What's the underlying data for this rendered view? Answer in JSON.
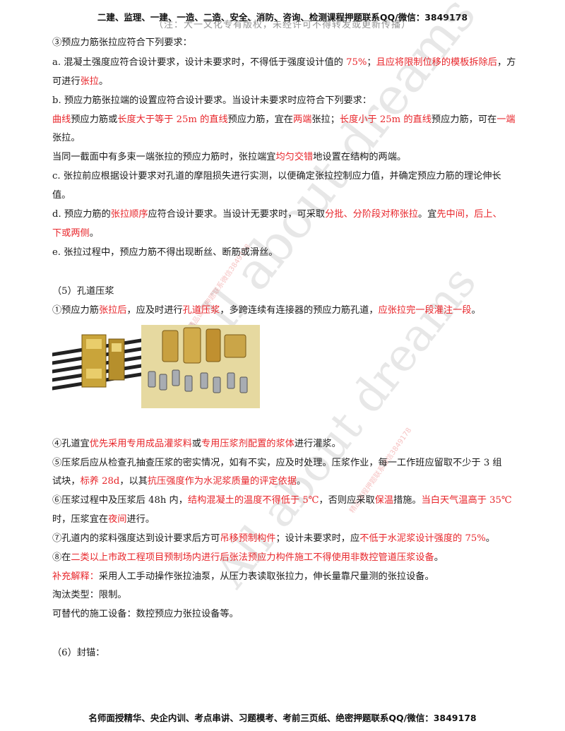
{
  "header": {
    "title": "二建、监理、一建、一造、二造、安全、消防、咨询、检测课程押题联系QQ/微信：3849178",
    "overlay": "（注：大一文化专有版权，未经许可不得转发或更新传播）"
  },
  "watermarks": {
    "big": "All about dreams",
    "small": "精品课程押题联系微信3849178"
  },
  "lines": [
    {
      "segs": [
        {
          "t": "③预应力筋张拉应符合下列要求："
        }
      ]
    },
    {
      "segs": [
        {
          "t": "a. 混凝土强度应符合设计要求，设计未要求时，不得低于强度设计值的 "
        },
        {
          "t": "75%",
          "r": true
        },
        {
          "t": "；"
        },
        {
          "t": "且应将限制位移的模板拆除后",
          "r": true
        },
        {
          "t": "，方"
        }
      ]
    },
    {
      "segs": [
        {
          "t": "可进行"
        },
        {
          "t": "张拉",
          "r": true
        },
        {
          "t": "。"
        }
      ]
    },
    {
      "segs": [
        {
          "t": "b. 预应力筋张拉端的设置应符合设计要求。当设计未要求时应符合下列要求："
        }
      ]
    },
    {
      "segs": [
        {
          "t": "曲线",
          "r": true
        },
        {
          "t": "预应力筋或"
        },
        {
          "t": "长度大于等于 25m 的直线",
          "r": true
        },
        {
          "t": "预应力筋，宜在"
        },
        {
          "t": "两端",
          "r": true
        },
        {
          "t": "张拉；"
        },
        {
          "t": "长度小于 25m 的直线",
          "r": true
        },
        {
          "t": "预应力筋，可在"
        },
        {
          "t": "一端",
          "r": true
        }
      ]
    },
    {
      "segs": [
        {
          "t": "张拉。"
        }
      ]
    },
    {
      "segs": [
        {
          "t": "当同一截面中有多束一端张拉的预应力筋时，张拉端宜"
        },
        {
          "t": "均匀交错",
          "r": true
        },
        {
          "t": "地设置在结构的两端。"
        }
      ]
    },
    {
      "segs": [
        {
          "t": "c. 张拉前应根据设计要求对孔道的摩阻损失进行实测，以便确定张拉控制应力值，并确定预应力筋的理论伸长"
        }
      ]
    },
    {
      "segs": [
        {
          "t": "值。"
        }
      ]
    },
    {
      "segs": [
        {
          "t": "d. 预应力筋的"
        },
        {
          "t": "张拉顺序",
          "r": true
        },
        {
          "t": "应符合设计要求。当设计无要求时，可采取"
        },
        {
          "t": "分批、分阶段对称张拉",
          "r": true
        },
        {
          "t": "。宜"
        },
        {
          "t": "先中间，后上、",
          "r": true
        }
      ]
    },
    {
      "segs": [
        {
          "t": "下或两侧",
          "r": true
        },
        {
          "t": "。"
        }
      ]
    },
    {
      "segs": [
        {
          "t": "e. 张拉过程中，预应力筋不得出现断丝、断筋或滑丝。"
        }
      ]
    },
    {
      "segs": [
        {
          "t": "（5）孔道压浆"
        }
      ]
    },
    {
      "segs": [
        {
          "t": "①预应力筋"
        },
        {
          "t": "张拉后",
          "r": true
        },
        {
          "t": "，应及时进行"
        },
        {
          "t": "孔道压浆",
          "r": true
        },
        {
          "t": "，多跨连续有连接器的预应力筋孔道，"
        },
        {
          "t": "应张拉完一段灌注一段",
          "r": true
        },
        {
          "t": "。"
        }
      ]
    },
    {
      "segs": [
        {
          "t": "④孔道宜"
        },
        {
          "t": "优先采用专用成品灌浆料",
          "r": true
        },
        {
          "t": "或"
        },
        {
          "t": "专用压浆剂配置的浆体",
          "r": true
        },
        {
          "t": "进行灌浆。"
        }
      ]
    },
    {
      "segs": [
        {
          "t": "⑤压浆后应从检查孔抽查压浆的密实情况，如有不实，应及时处理。压浆作业，每一工作班应留取不少于 3 组"
        }
      ]
    },
    {
      "segs": [
        {
          "t": "试块，"
        },
        {
          "t": "标养 28d",
          "r": true
        },
        {
          "t": "，以其"
        },
        {
          "t": "抗压强度作为水泥浆质量的评定依据",
          "r": true
        },
        {
          "t": "。"
        }
      ]
    },
    {
      "segs": [
        {
          "t": "⑥压浆过程中及压浆后 48h 内，"
        },
        {
          "t": "结构混凝土的温度不得低于 5℃",
          "r": true
        },
        {
          "t": "，否则应采取"
        },
        {
          "t": "保温",
          "r": true
        },
        {
          "t": "措施。"
        },
        {
          "t": "当白天气温高于 35℃",
          "r": true
        }
      ]
    },
    {
      "segs": [
        {
          "t": "时，压浆宜在"
        },
        {
          "t": "夜间",
          "r": true
        },
        {
          "t": "进行。"
        }
      ]
    },
    {
      "segs": [
        {
          "t": "⑦孔道内的浆料强度达到设计要求后方可"
        },
        {
          "t": "吊移预制构件",
          "r": true
        },
        {
          "t": "；设计未要求时，应"
        },
        {
          "t": "不低于水泥浆设计强度的 75%",
          "r": true
        },
        {
          "t": "。"
        }
      ]
    },
    {
      "segs": [
        {
          "t": "⑧在"
        },
        {
          "t": "二类以上市政工程项目预制场内进行后张法预应力构件施工不得使用非数控管道压浆设备",
          "r": true
        },
        {
          "t": "。"
        }
      ]
    },
    {
      "segs": [
        {
          "t": "补充解释：",
          "r": true
        },
        {
          "t": "采用人工手动操作张拉油泵，从压力表读取张拉力，伸长量靠尺量测的张拉设备。"
        }
      ]
    },
    {
      "segs": [
        {
          "t": "淘汰类型：限制。"
        }
      ]
    },
    {
      "segs": [
        {
          "t": "可替代的施工设备：数控预应力张拉设备等。"
        }
      ]
    },
    {
      "segs": [
        {
          "t": "（6）封锚："
        }
      ]
    }
  ],
  "footer": "名师面授精华、央企内训、考点串讲、习题模考、考前三页纸、绝密押题联系QQ/微信：3849178",
  "colors": {
    "highlight": "#e8262b",
    "text": "#1a1a1a"
  }
}
